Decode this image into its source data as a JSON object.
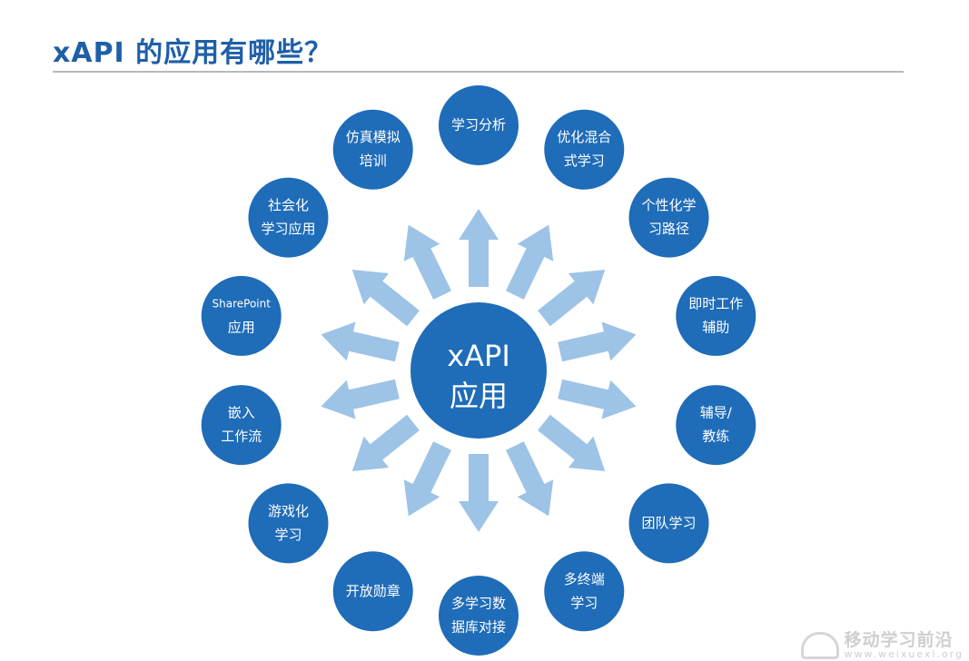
{
  "title": "xAPI 的应用有哪些？",
  "center": {
    "lines": [
      "xAPI",
      "应用"
    ]
  },
  "nodes": [
    {
      "id": "learning-analytics",
      "lines": [
        "学习分析"
      ]
    },
    {
      "id": "blended-learning",
      "lines": [
        "优化混合",
        "式学习"
      ]
    },
    {
      "id": "personalized-path",
      "lines": [
        "个性化学",
        "习路径"
      ]
    },
    {
      "id": "performance-support",
      "lines": [
        "即时工作",
        "辅助"
      ]
    },
    {
      "id": "coaching",
      "lines": [
        "辅导/",
        "教练"
      ]
    },
    {
      "id": "team-learning",
      "lines": [
        "团队学习"
      ]
    },
    {
      "id": "multi-device",
      "lines": [
        "多终端",
        "学习"
      ]
    },
    {
      "id": "multi-lrs",
      "lines": [
        "多学习数",
        "据库对接"
      ]
    },
    {
      "id": "open-badges",
      "lines": [
        "开放勋章"
      ]
    },
    {
      "id": "gamified-learning",
      "lines": [
        "游戏化",
        "学习"
      ]
    },
    {
      "id": "embedded-workflow",
      "lines": [
        "嵌入",
        "工作流"
      ]
    },
    {
      "id": "sharepoint-app",
      "lines": [
        "SharePoint",
        "应用"
      ]
    },
    {
      "id": "social-learning",
      "lines": [
        "社会化",
        "学习应用"
      ]
    },
    {
      "id": "simulation-training",
      "lines": [
        "仿真模拟",
        "培训"
      ]
    }
  ],
  "colors": {
    "title": "#1f5fa8",
    "node": "#1f6cb8",
    "center": "#1f6cb8",
    "arrow": "#9dc3e6",
    "text": "#ffffff"
  },
  "watermark": {
    "name": "移动学习前沿",
    "url": "www.weixuexi.org"
  }
}
